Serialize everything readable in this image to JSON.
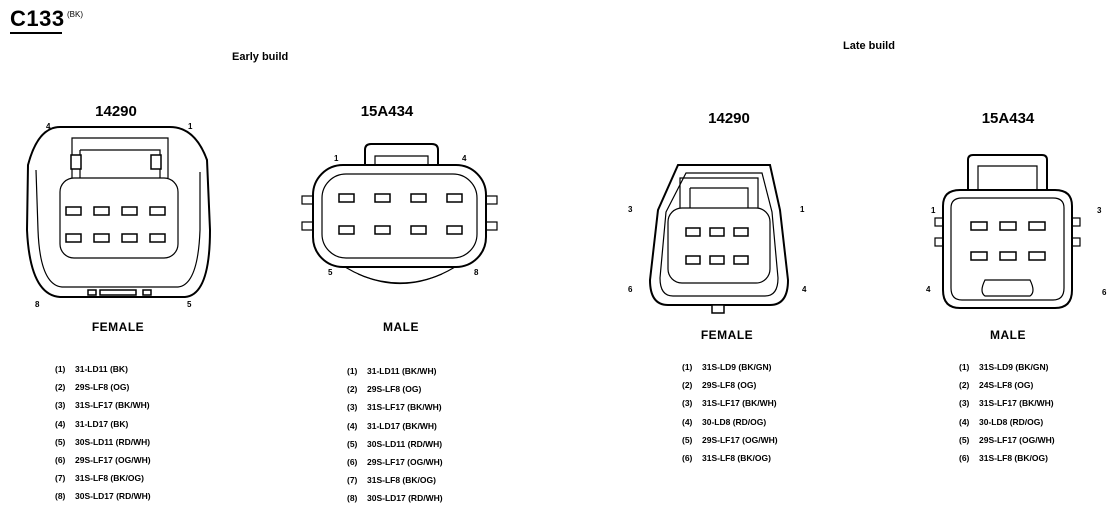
{
  "connector": {
    "id": "C133",
    "color_code": "(BK)"
  },
  "sections": {
    "early": "Early build",
    "late": "Late build"
  },
  "connectors": [
    {
      "part": "14290",
      "gender": "FEMALE",
      "pins": [
        "4",
        "1",
        "8",
        "5"
      ],
      "wires": [
        {
          "pin": "(1)",
          "circuit": "31-LD11 (BK)"
        },
        {
          "pin": "(2)",
          "circuit": "29S-LF8 (OG)"
        },
        {
          "pin": "(3)",
          "circuit": "31S-LF17 (BK/WH)"
        },
        {
          "pin": "(4)",
          "circuit": "31-LD17 (BK)"
        },
        {
          "pin": "(5)",
          "circuit": "30S-LD11 (RD/WH)"
        },
        {
          "pin": "(6)",
          "circuit": "29S-LF17 (OG/WH)"
        },
        {
          "pin": "(7)",
          "circuit": "31S-LF8 (BK/OG)"
        },
        {
          "pin": "(8)",
          "circuit": "30S-LD17 (RD/WH)"
        }
      ]
    },
    {
      "part": "15A434",
      "gender": "MALE",
      "pins": [
        "1",
        "4",
        "5",
        "8"
      ],
      "wires": [
        {
          "pin": "(1)",
          "circuit": "31-LD11 (BK/WH)"
        },
        {
          "pin": "(2)",
          "circuit": "29S-LF8 (OG)"
        },
        {
          "pin": "(3)",
          "circuit": "31S-LF17 (BK/WH)"
        },
        {
          "pin": "(4)",
          "circuit": "31-LD17 (BK/WH)"
        },
        {
          "pin": "(5)",
          "circuit": "30S-LD11 (RD/WH)"
        },
        {
          "pin": "(6)",
          "circuit": "29S-LF17 (OG/WH)"
        },
        {
          "pin": "(7)",
          "circuit": "31S-LF8 (BK/OG)"
        },
        {
          "pin": "(8)",
          "circuit": "30S-LD17 (RD/WH)"
        }
      ]
    },
    {
      "part": "14290",
      "gender": "FEMALE",
      "pins": [
        "3",
        "1",
        "6",
        "4"
      ],
      "wires": [
        {
          "pin": "(1)",
          "circuit": "31S-LD9 (BK/GN)"
        },
        {
          "pin": "(2)",
          "circuit": "29S-LF8 (OG)"
        },
        {
          "pin": "(3)",
          "circuit": "31S-LF17 (BK/WH)"
        },
        {
          "pin": "(4)",
          "circuit": "30-LD8 (RD/OG)"
        },
        {
          "pin": "(5)",
          "circuit": "29S-LF17 (OG/WH)"
        },
        {
          "pin": "(6)",
          "circuit": "31S-LF8 (BK/OG)"
        }
      ]
    },
    {
      "part": "15A434",
      "gender": "MALE",
      "pins": [
        "1",
        "3",
        "4",
        "6"
      ],
      "wires": [
        {
          "pin": "(1)",
          "circuit": "31S-LD9 (BK/GN)"
        },
        {
          "pin": "(2)",
          "circuit": "24S-LF8 (OG)"
        },
        {
          "pin": "(3)",
          "circuit": "31S-LF17 (BK/WH)"
        },
        {
          "pin": "(4)",
          "circuit": "30-LD8 (RD/OG)"
        },
        {
          "pin": "(5)",
          "circuit": "29S-LF17 (OG/WH)"
        },
        {
          "pin": "(6)",
          "circuit": "31S-LF8 (BK/OG)"
        }
      ]
    }
  ]
}
